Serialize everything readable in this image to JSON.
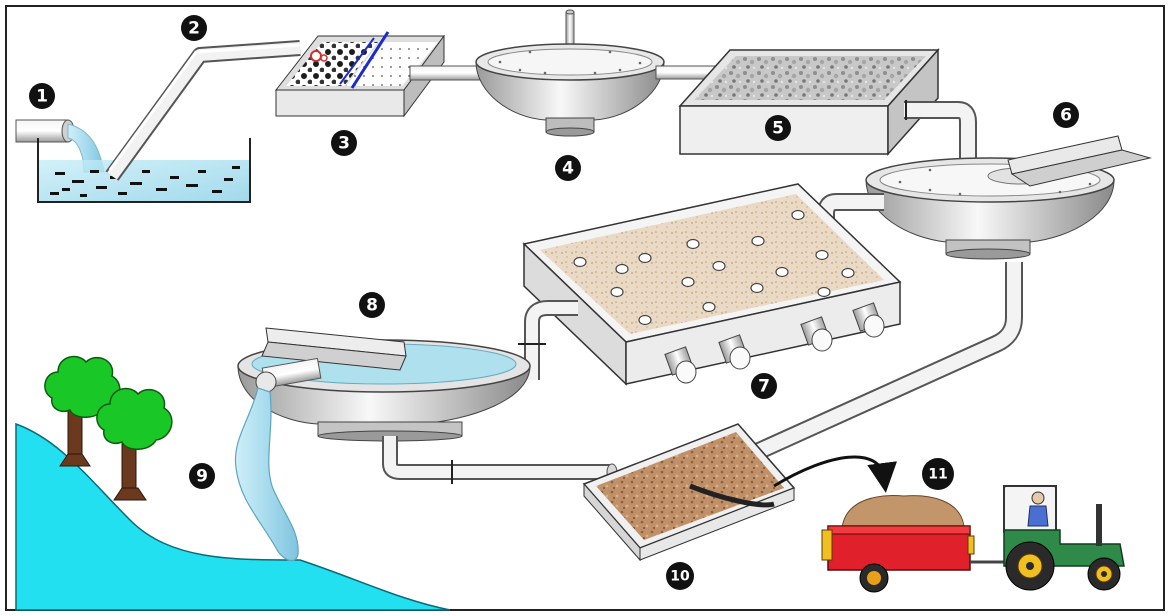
{
  "colors": {
    "water": "#bde8f2",
    "river": "#22e0f0",
    "sludge": "#b98a5e",
    "trailer": "#e0202a",
    "tractor": "#2f8a4a",
    "tree": "#19c826",
    "metal_light": "#eeeeee",
    "metal_dark": "#8a8a8a",
    "marker": "#111111"
  },
  "steps": [
    "1",
    "2",
    "3",
    "4",
    "5",
    "6",
    "7",
    "8",
    "9",
    "10",
    "11"
  ],
  "icons": [
    "pipe-icon",
    "tank-icon",
    "clarifier-icon",
    "tree-icon",
    "tractor-icon",
    "trailer-icon",
    "arrow-icon"
  ]
}
